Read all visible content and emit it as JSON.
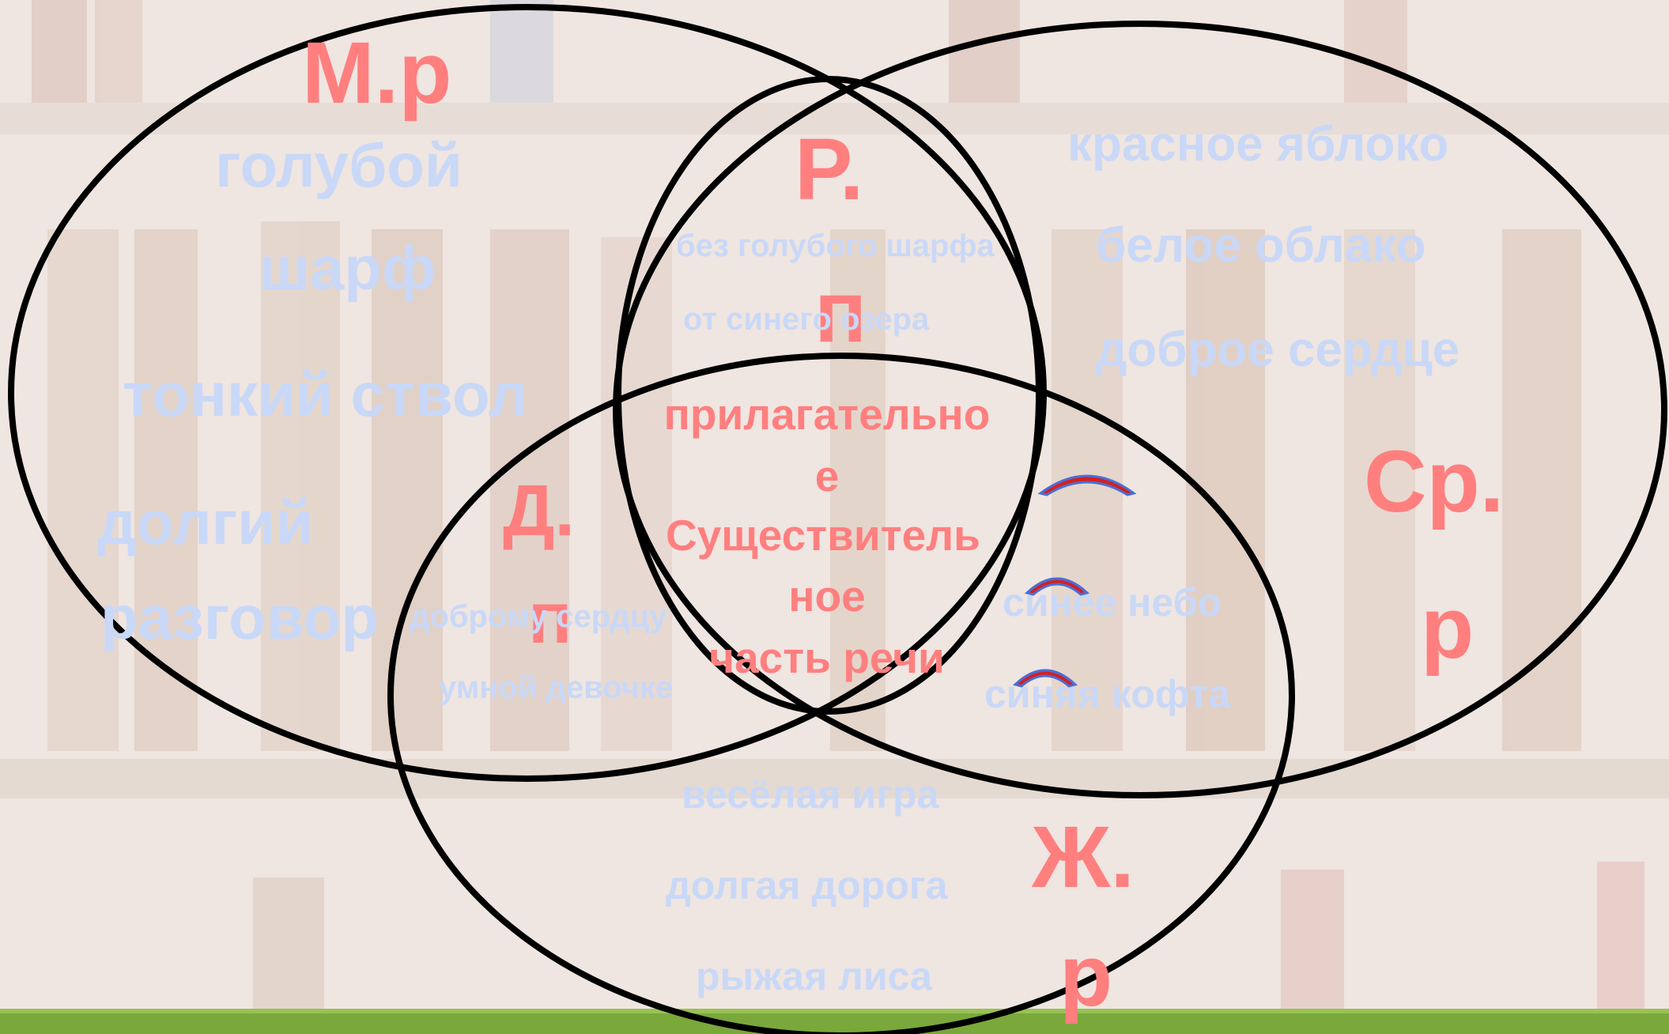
{
  "colors": {
    "circle_stroke": "#000000",
    "category_label": "#ff7f7f",
    "phrase": "#c9d8f7",
    "grass": "#7aa83a"
  },
  "labels": {
    "masculine": "М.р",
    "genitive_1": "Р.",
    "genitive_2": "п",
    "dative_1": "Д.",
    "dative_2": "п",
    "neuter_1": "Ср.",
    "neuter_2": "р",
    "feminine_1": "Ж.",
    "feminine_2": "р"
  },
  "masculine_phrases": [
    "голубой",
    "шарф",
    "тонкий ствол",
    "долгий",
    "разговор"
  ],
  "genitive_phrases": [
    "без голубого шарфа",
    "от синего озера"
  ],
  "dative_phrases": [
    "доброму сердцу",
    "умной девочке"
  ],
  "neuter_phrases": [
    "красное яблоко",
    "белое облако",
    "доброе сердце",
    "синее небо",
    "синяя кофта"
  ],
  "feminine_phrases": [
    "весёлая игра",
    "долгая дорога",
    "рыжая лиса"
  ],
  "center_words": [
    "прилагательно",
    "е",
    "Существитель",
    "ное",
    "часть речи"
  ]
}
